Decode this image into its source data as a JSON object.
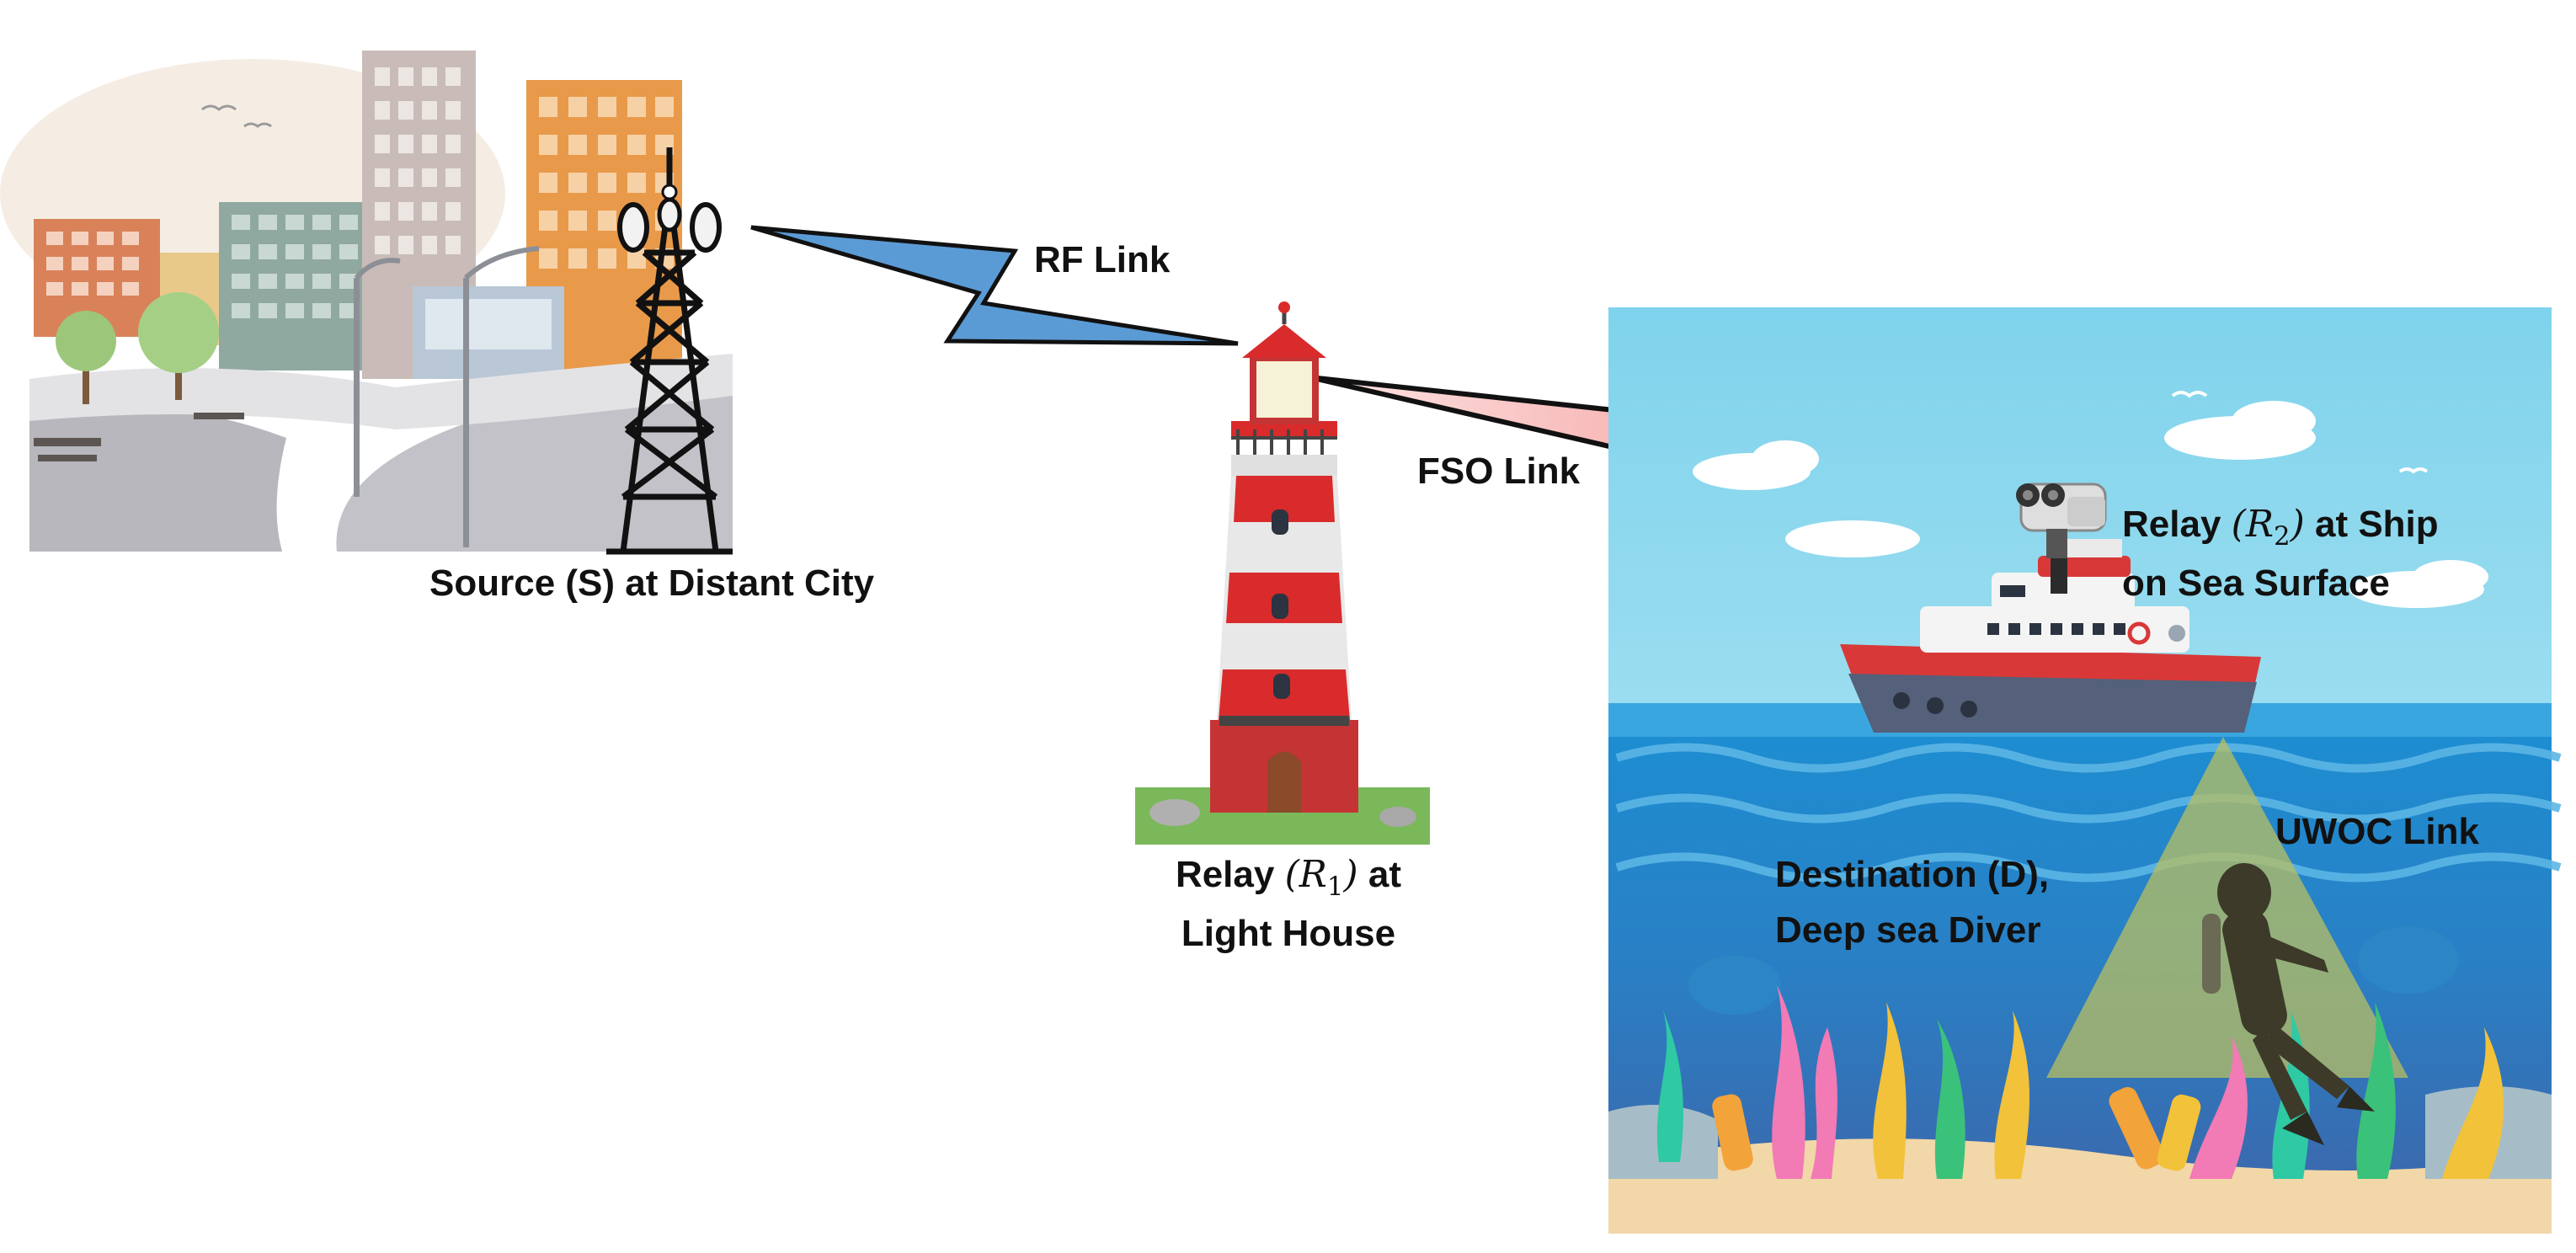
{
  "labels": {
    "rf_link": "RF Link",
    "fso_link": "FSO Link",
    "uwoc_link": "UWOC Link",
    "source": "Source (S) at Distant City",
    "relay1_prefix": "Relay",
    "relay1_symbol": "R",
    "relay1_sub": "1",
    "relay1_suffix": "at",
    "relay1_line2": "Light House",
    "relay2_prefix": "Relay",
    "relay2_symbol": "R",
    "relay2_sub": "2",
    "relay2_suffix": "at Ship",
    "relay2_line2": "on Sea Surface",
    "destination_line1": "Destination (D),",
    "destination_line2": "Deep sea Diver"
  },
  "colors": {
    "rf_beam": "#5b9bd5",
    "fso_beam": "#f08a8a",
    "uwoc_beam": "#b8bf62",
    "sea_sky": "#8fd8ee",
    "sea_water": "#1f9ad6",
    "lighthouse_red": "#d92b2b",
    "ship_hull": "#d83838"
  },
  "icons": [
    "city-illustration",
    "transmission-tower-icon",
    "lighthouse-icon",
    "ship-icon",
    "fso-transceiver-icon",
    "diver-icon",
    "coral-reef"
  ]
}
